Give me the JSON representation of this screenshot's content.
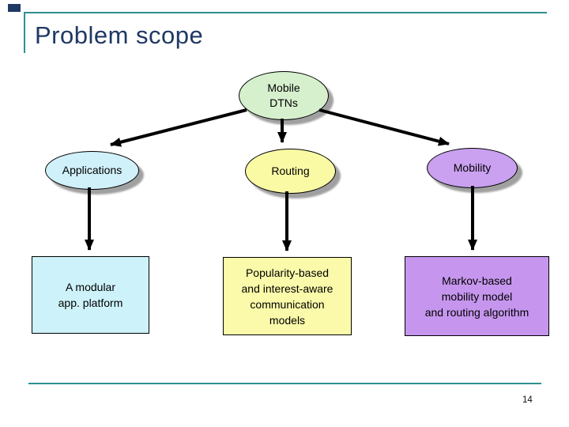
{
  "slide": {
    "title": "Problem scope",
    "page_number": "14"
  },
  "colors": {
    "title_navy": "#1f3864",
    "frame_teal": "#2f8f8f",
    "shadow_gray": "#a0a0a0",
    "arrow_black": "#000000",
    "root_ellipse_fill": "#d6f0ce",
    "applications_ellipse_fill": "#d0f0fa",
    "routing_ellipse_fill": "#fafaa5",
    "mobility_ellipse_fill": "#caa0f0",
    "applications_box_fill": "#cdf2fa",
    "routing_box_fill": "#fafaaa",
    "mobility_box_fill": "#c696ee"
  },
  "diagram": {
    "root": {
      "label_lines": [
        "Mobile",
        "DTNs"
      ]
    },
    "branches": [
      {
        "node_label": "Applications",
        "box_lines": [
          "A modular",
          "app. platform"
        ]
      },
      {
        "node_label": "Routing",
        "box_lines": [
          "Popularity-based",
          "and interest-aware",
          "communication",
          "models"
        ]
      },
      {
        "node_label": "Mobility",
        "box_lines": [
          "Markov-based",
          "mobility model",
          "and routing algorithm"
        ]
      }
    ]
  }
}
